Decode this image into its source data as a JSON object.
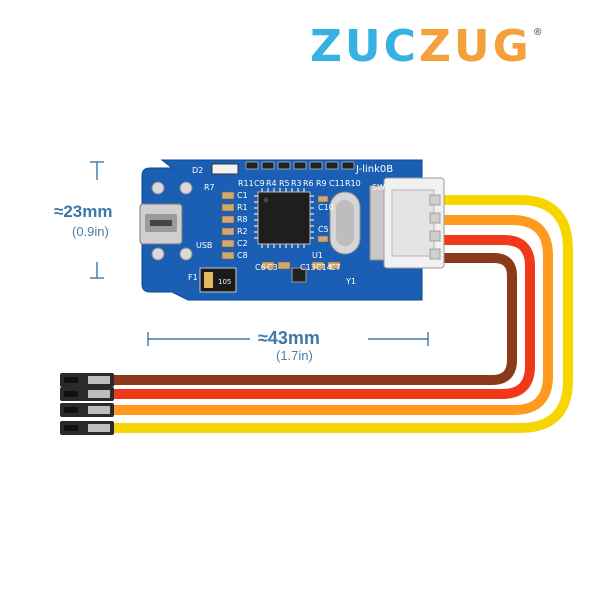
{
  "brand": {
    "part1": "ZUC",
    "part2": "ZUG",
    "registered": "®"
  },
  "dimensions": {
    "height_metric": "≈23mm",
    "height_imperial": "(0.9in)",
    "width_metric": "≈43mm",
    "width_imperial": "(1.7in)"
  },
  "board": {
    "model_label": "J-link0B",
    "silkscreen": [
      "D2",
      "R7",
      "R11",
      "C9",
      "R4",
      "R5",
      "R3",
      "R6",
      "R9",
      "C11",
      "R10",
      "C10",
      "C1",
      "R1",
      "R8",
      "R2",
      "C2",
      "C5",
      "C8",
      "USB",
      "F1",
      "C6",
      "C3",
      "C13",
      "C14",
      "C7",
      "U1",
      "Y1",
      "SW"
    ],
    "fuse_marking": "105"
  },
  "colors": {
    "pcb": "#1a5fb4",
    "wire_yellow": "#f7d600",
    "wire_orange": "#ff9a1f",
    "wire_red": "#f0391b",
    "wire_brown": "#8b3a1c",
    "dimension_blue": "#3c78a8"
  }
}
